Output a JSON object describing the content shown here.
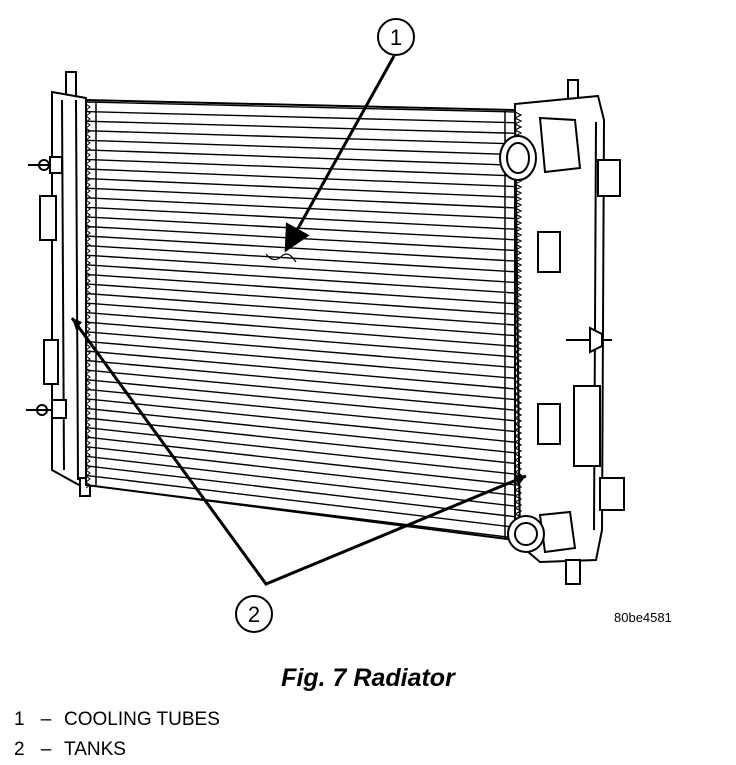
{
  "callouts": [
    {
      "number": "1"
    },
    {
      "number": "2"
    }
  ],
  "figure_id": "80be4581",
  "caption": "Fig. 7 Radiator",
  "legend": [
    {
      "number": "1",
      "separator": "–",
      "label": "COOLING TUBES"
    },
    {
      "number": "2",
      "separator": "–",
      "label": "TANKS"
    }
  ]
}
